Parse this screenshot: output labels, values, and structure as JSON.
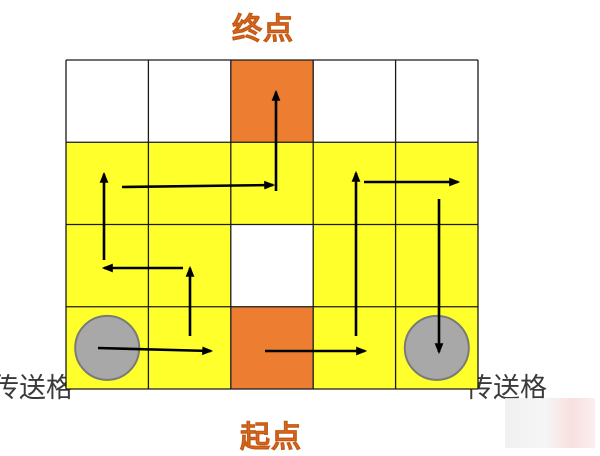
{
  "title_end": "终点",
  "title_start": "起点",
  "portal_label": "传送格",
  "grid": {
    "rows": 4,
    "cols": 5,
    "cells": [
      [
        "white",
        "white",
        "orange",
        "white",
        "white"
      ],
      [
        "yellow",
        "yellow",
        "yellow",
        "yellow",
        "yellow"
      ],
      [
        "yellow",
        "yellow",
        "white",
        "yellow",
        "yellow"
      ],
      [
        "yellow",
        "yellow",
        "orange",
        "yellow",
        "yellow"
      ]
    ],
    "portals": [
      {
        "row": 3,
        "col": 0
      },
      {
        "row": 3,
        "col": 4
      }
    ]
  },
  "colors": {
    "yellow": "#ffff2b",
    "orange": "#ec7d31",
    "white": "#ffffff",
    "grid_line": "#1a1a1a",
    "portal_fill": "#a8a8a8",
    "portal_stroke": "#7a7a7a",
    "arrow": "#000000",
    "label_orange": "#e8772e"
  }
}
